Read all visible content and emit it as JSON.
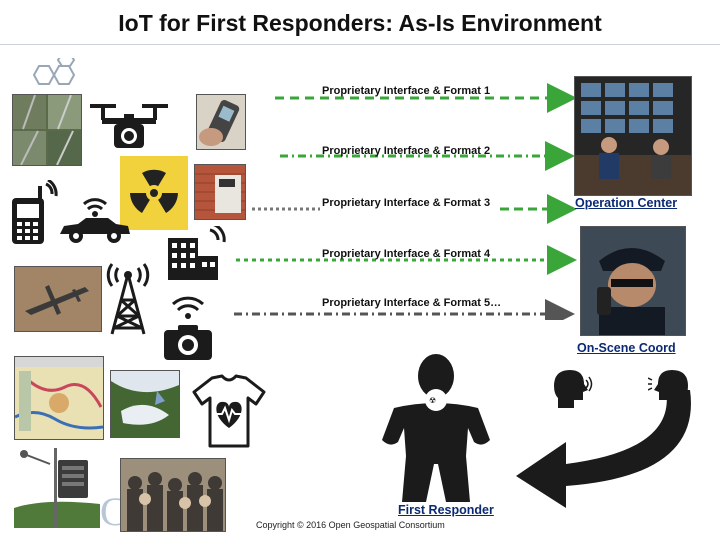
{
  "title": "IoT for First Responders: As-Is Environment",
  "interfaces": [
    {
      "label": "Proprietary Interface & Format 1"
    },
    {
      "label": "Proprietary Interface & Format 2"
    },
    {
      "label": "Proprietary Interface & Format 3"
    },
    {
      "label": "Proprietary Interface & Format 4"
    },
    {
      "label": "Proprietary Interface & Format 5…"
    }
  ],
  "destinations": {
    "operation_center": "Operation Center",
    "on_scene_coord": "On-Scene Coord",
    "first_responder": "First Responder"
  },
  "footer": {
    "copyright": "Copyright © 2016 Open Geospatial Consortium",
    "logo_text": "C"
  },
  "colors": {
    "arrow_green": "#3aa63a",
    "arrow_gray": "#7a7a7a",
    "link_blue": "#0b2a73",
    "silhouette": "#1b1b1b"
  },
  "icons": [
    "drone-camera-icon",
    "smartphone-icon",
    "car-wifi-icon",
    "radiation-hazard-icon",
    "building-wifi-icon",
    "cell-tower-icon",
    "camera-wifi-icon",
    "heart-shirt-icon",
    "weather-station-icon",
    "hexagon-logo-icon",
    "speaking-head-icon",
    "curved-arrow-icon"
  ]
}
